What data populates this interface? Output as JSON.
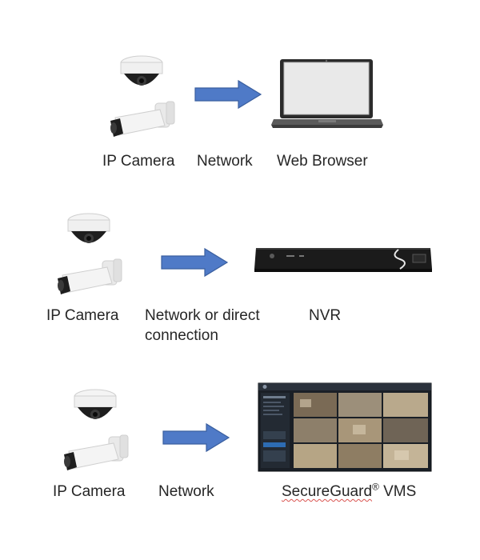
{
  "rows": [
    {
      "camera_label": "IP Camera",
      "link_label": "Network",
      "target_label": "Web Browser"
    },
    {
      "camera_label": "IP Camera",
      "link_label": "Network or direct connection",
      "target_label": "NVR"
    },
    {
      "camera_label": "IP Camera",
      "link_label": "Network",
      "target_brand": "SecureGuard",
      "target_mark": "®",
      "target_suffix": " VMS"
    }
  ],
  "colors": {
    "arrow_fill": "#4f7ac7",
    "arrow_stroke": "#3a5f9f",
    "camera_body": "#f2f2f2",
    "camera_dark": "#1e1e1e",
    "laptop_frame": "#2b2b2b",
    "nvr_body": "#1b1b1b",
    "vms_window": "#1a1f26",
    "spellcheck_underline": "#d9534f"
  },
  "icons": [
    "dome-camera-icon",
    "bullet-camera-icon",
    "arrow-right-icon",
    "laptop-icon",
    "nvr-recorder-icon",
    "vms-monitor-icon"
  ]
}
